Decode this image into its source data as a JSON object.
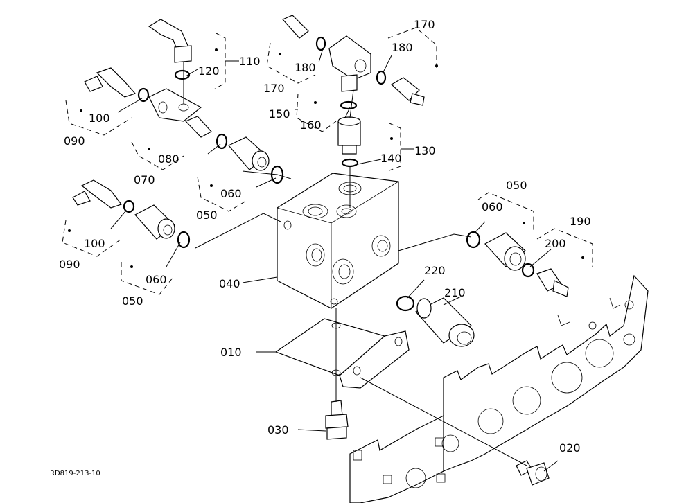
{
  "diagram": {
    "drawing_code": "RD819-213-10",
    "part_labels": {
      "p010": "010",
      "p020": "020",
      "p030": "030",
      "p040": "040",
      "p050a": "050",
      "p050b": "050",
      "p050c": "050",
      "p060a": "060",
      "p060b": "060",
      "p060c": "060",
      "p070": "070",
      "p080": "080",
      "p090a": "090",
      "p090b": "090",
      "p100a": "100",
      "p100b": "100",
      "p110": "110",
      "p120": "120",
      "p130": "130",
      "p140": "140",
      "p150": "150",
      "p160": "160",
      "p170a": "170",
      "p170b": "170",
      "p180a": "180",
      "p180b": "180",
      "p190": "190",
      "p200": "200",
      "p210": "210",
      "p220": "220"
    }
  }
}
